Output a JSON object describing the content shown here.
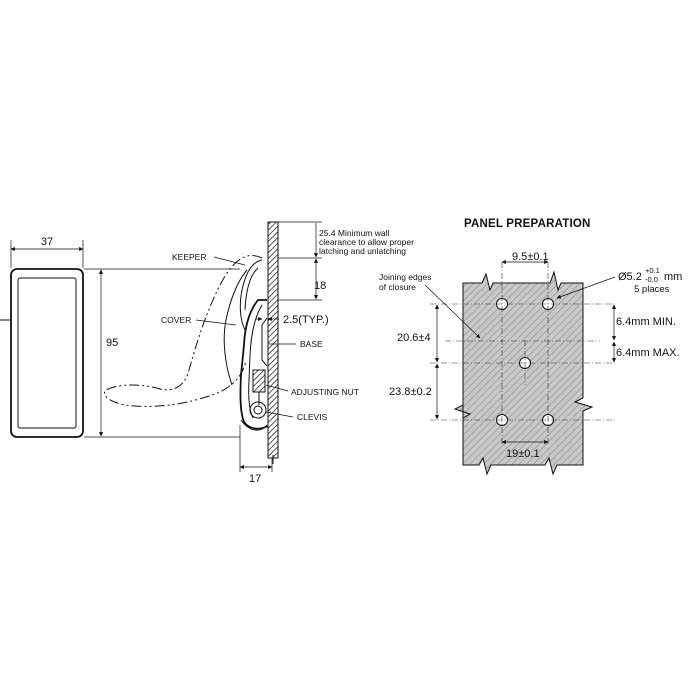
{
  "front_view": {
    "width_label": "37",
    "height_label": "95"
  },
  "side_view": {
    "clearance_note_lines": [
      "25.4 Minimum wall",
      "clearance to allow proper",
      "latching and unlatching"
    ],
    "dim_18": "18",
    "dim_typ": "2.5(TYP.)",
    "dim_17": "17",
    "labels": {
      "keeper": "KEEPER",
      "cover": "COVER",
      "base": "BASE",
      "adjusting_nut": "ADJUSTING NUT",
      "clevis": "CLEVIS"
    }
  },
  "panel_preparation": {
    "title": "PANEL PREPARATION",
    "joining_note_lines": [
      "Joining edges",
      "of closure"
    ],
    "hole_spacing_top": "9.5±0.1",
    "hole_diameter_main": "Ø5.2",
    "hole_tol_upper": "+0.1",
    "hole_tol_lower": "-0.0",
    "hole_diameter_unit": "mm",
    "hole_count": "5 places",
    "dim_20_6": "20.6±4",
    "dim_23_8": "23.8±0.2",
    "min_gap": "6.4mm MIN.",
    "max_gap": "6.4mm MAX.",
    "hole_spacing_bottom": "19±0.1"
  }
}
